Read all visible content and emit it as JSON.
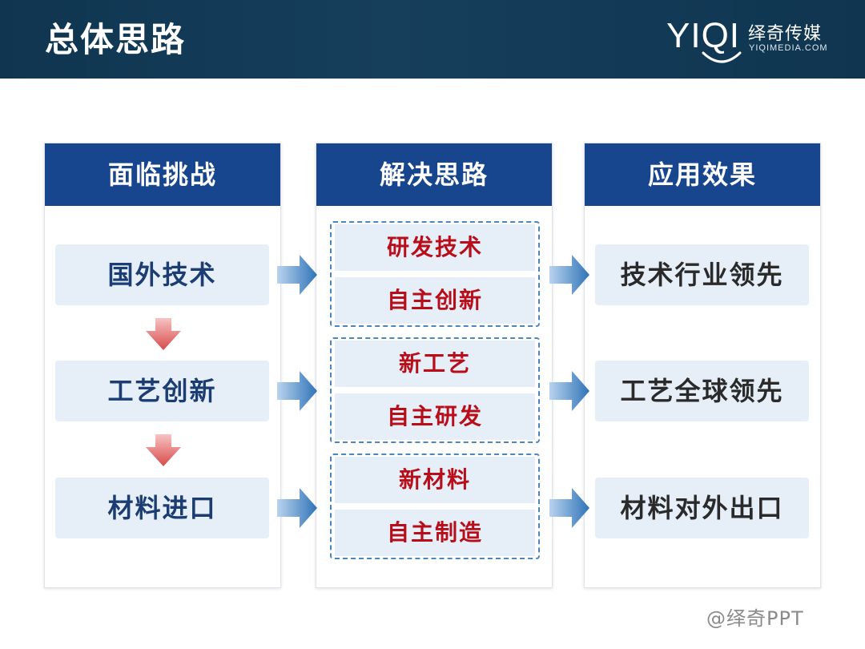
{
  "header": {
    "title": "总体思路",
    "logo_mark": "YIQI",
    "logo_cn": "绎奇传媒",
    "logo_en": "YIQIMEDIA.COM"
  },
  "columns": [
    {
      "title": "面临挑战"
    },
    {
      "title": "解决思路"
    },
    {
      "title": "应用效果"
    }
  ],
  "challenges": [
    "国外技术",
    "工艺创新",
    "材料进口"
  ],
  "solutions": [
    {
      "top": "研发技术",
      "bottom": "自主创新"
    },
    {
      "top": "新工艺",
      "bottom": "自主研发"
    },
    {
      "top": "新材料",
      "bottom": "自主制造"
    }
  ],
  "effects": [
    "技术行业领先",
    "工艺全球领先",
    "材料对外出口"
  ],
  "watermark": "@绎奇PPT",
  "colors": {
    "header_bg": "#0f3550",
    "column_header": "#17468f",
    "pill_bg": "#e6eef8",
    "accent_red": "#b80e1a",
    "arrow_blue": "#3a7dc1",
    "arrow_red": "#d94a4a"
  }
}
